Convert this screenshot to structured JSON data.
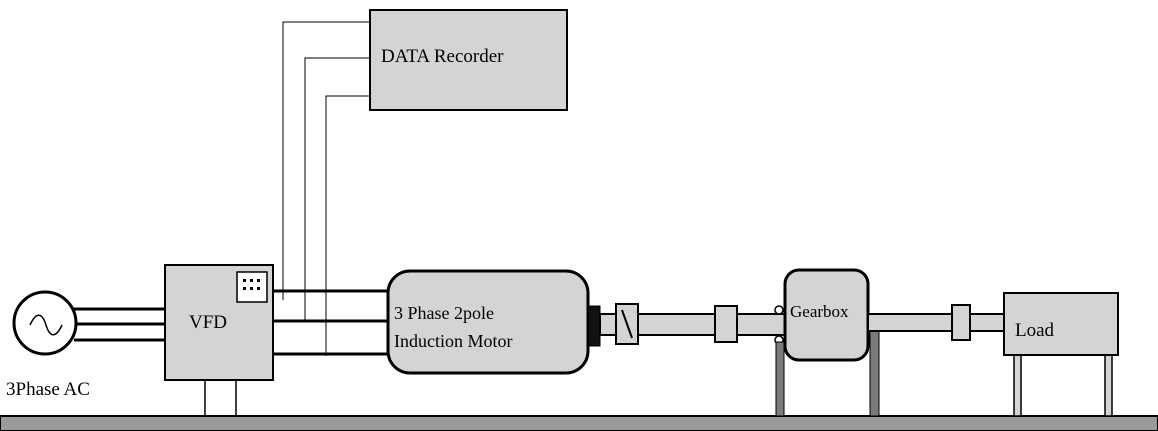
{
  "diagram": {
    "labels": {
      "data_recorder": "DATA Recorder",
      "vfd": "VFD",
      "motor_line1": "3 Phase 2pole",
      "motor_line2": "Induction Motor",
      "gearbox": "Gearbox",
      "load": "Load",
      "source": "3Phase AC"
    },
    "colors": {
      "block_fill": "#d4d4d4",
      "line": "#000000",
      "ground_fill": "#9a9a9a",
      "support_fill": "#7a7a7a",
      "background": "#ffffff"
    },
    "icons": {
      "ac_source": "sine-wave-icon",
      "vfd_keypad": "keypad-icon",
      "coupling": "shaft-coupling-icon"
    }
  }
}
